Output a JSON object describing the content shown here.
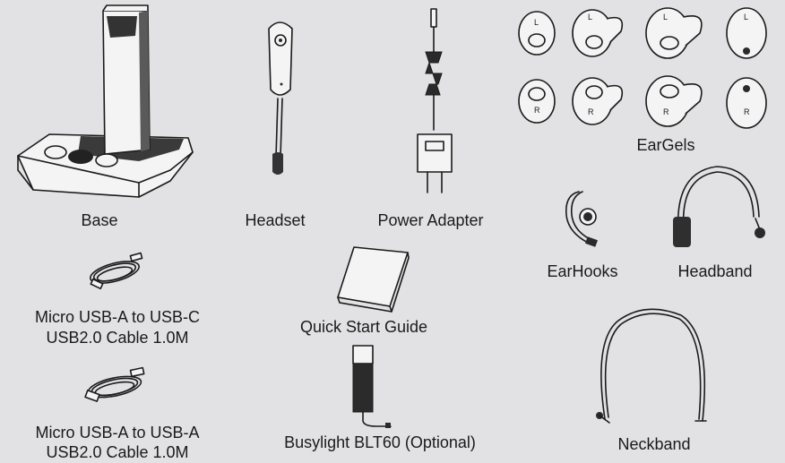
{
  "items": {
    "base": "Base",
    "headset": "Headset",
    "power_adapter": "Power Adapter",
    "eargels": "EarGels",
    "earhooks": "EarHooks",
    "headband": "Headband",
    "cable_c_line1": "Micro USB-A to USB-C",
    "cable_c_line2": "USB2.0 Cable 1.0M",
    "quick_start": "Quick Start Guide",
    "cable_a_line1": "Micro USB-A to USB-A",
    "cable_a_line2": "USB2.0 Cable 1.0M",
    "busylight": "Busylight BLT60 (Optional)",
    "neckband": "Neckband"
  },
  "eargel_marks": {
    "left": "L",
    "right": "R"
  }
}
